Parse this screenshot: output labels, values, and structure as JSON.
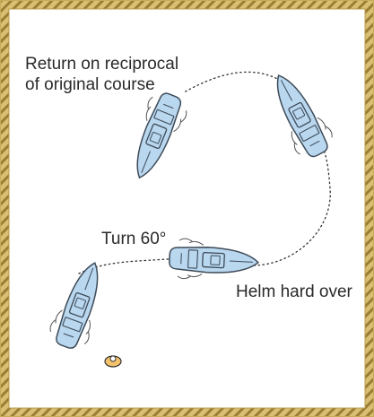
{
  "labels": {
    "return_line1": "Return on reciprocal",
    "return_line2": "of original course",
    "turn": "Turn 60°",
    "helm": "Helm hard over"
  },
  "colors": {
    "border_rope": "#c9ac5a",
    "border_rope_dark": "#8a6d2a",
    "boat_hull": "#b9d7ef",
    "boat_outline": "#3d4a57",
    "wake": "#555555",
    "course_line": "#333333",
    "casualty": "#e8a63a"
  },
  "icons": {
    "boat": "motorboat-icon",
    "casualty": "person-overboard-icon",
    "border": "rope-border"
  }
}
